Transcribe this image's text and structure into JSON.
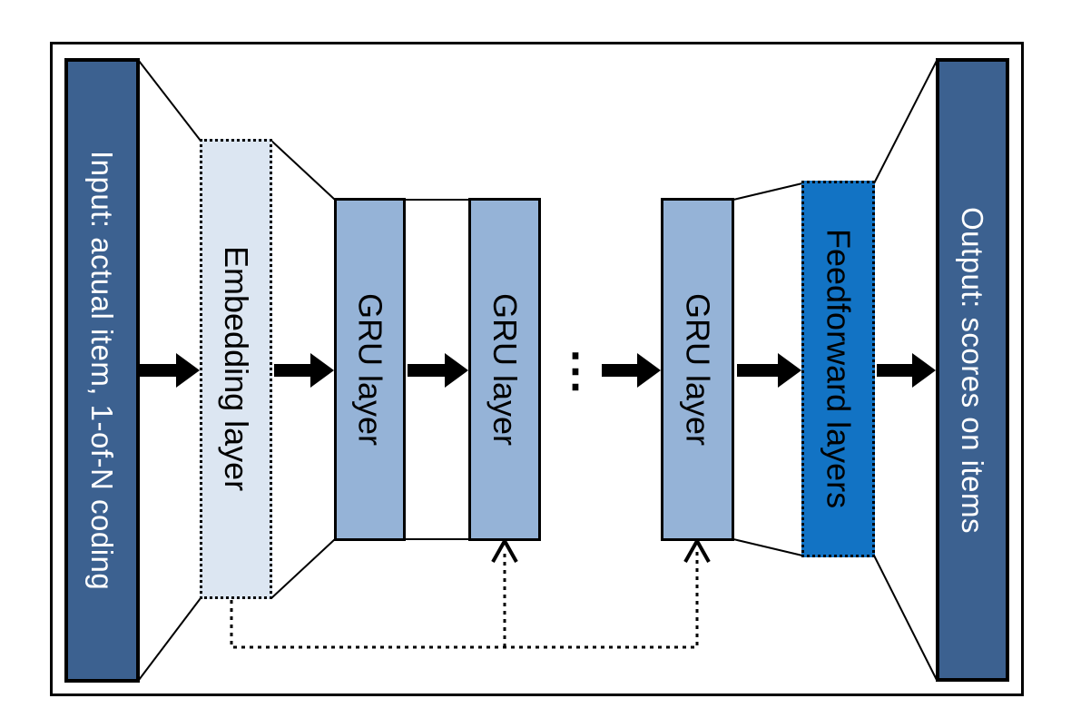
{
  "diagram": {
    "description": "Neural network architecture: GRU-based network mapping item input through embedding, stacked GRU layers and feedforward layers to output scores",
    "background": "#FFFFFF",
    "frame_border_color": "#000000",
    "nodes": {
      "input": {
        "label": "Input: actual item, 1-of-N coding",
        "fill": "#3C6190",
        "text_color": "#FFFFFF",
        "border_style": "solid"
      },
      "embedding": {
        "label": "Embedding layer",
        "fill": "#DCE6F2",
        "text_color": "#000000",
        "border_style": "dotted"
      },
      "gru1": {
        "label": "GRU layer",
        "fill": "#95B3D7",
        "text_color": "#000000",
        "border_style": "solid"
      },
      "gru2": {
        "label": "GRU layer",
        "fill": "#95B3D7",
        "text_color": "#000000",
        "border_style": "solid"
      },
      "gru3": {
        "label": "GRU layer",
        "fill": "#95B3D7",
        "text_color": "#000000",
        "border_style": "solid"
      },
      "feedforward": {
        "label": "Feedforward layers",
        "fill": "#1273C4",
        "text_color": "#000000",
        "border_style": "dotted"
      },
      "output": {
        "label": "Output: scores on items",
        "fill": "#3C6190",
        "text_color": "#FFFFFF",
        "border_style": "solid"
      }
    },
    "ellipsis": "⋮",
    "flow": [
      "input",
      "embedding",
      "gru1",
      "gru2",
      "…",
      "gru3",
      "feedforward",
      "output"
    ],
    "feedback_connections": [
      "embedding → gru2 (dotted arrow)",
      "embedding → gru3 (dotted arrow)"
    ],
    "arrow_color": "#000000"
  }
}
